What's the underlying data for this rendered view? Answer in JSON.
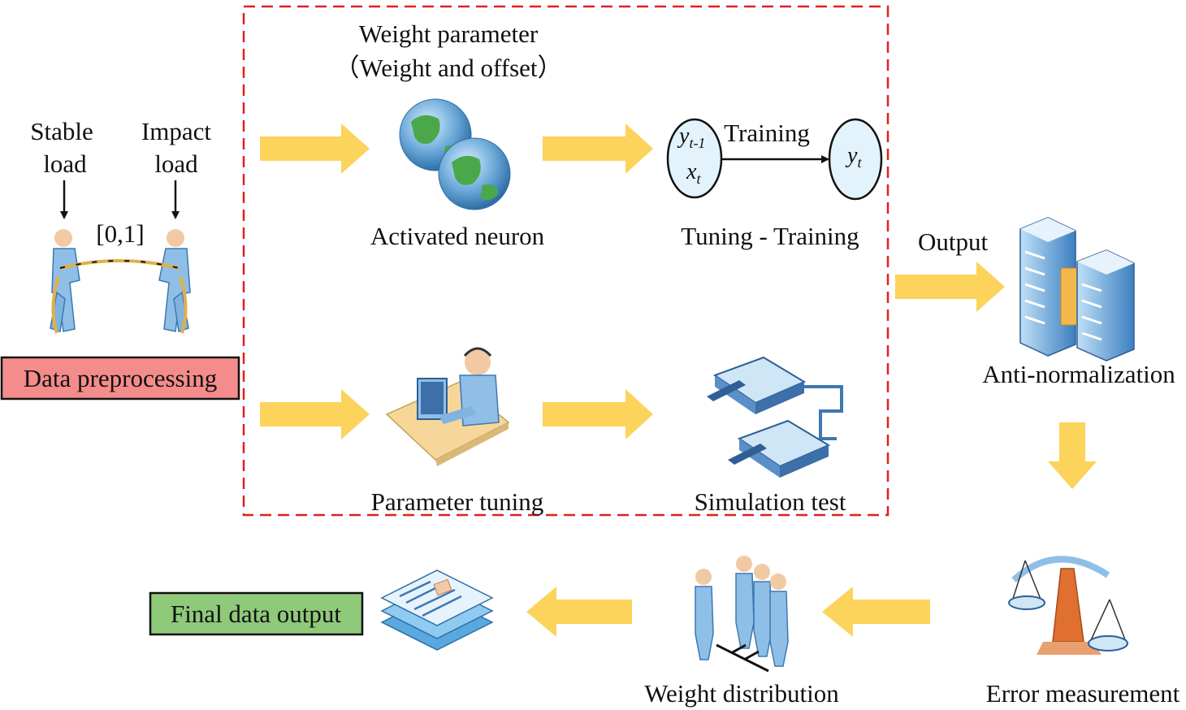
{
  "labels": {
    "stable_load": [
      "Stable",
      "load"
    ],
    "impact_load": [
      "Impact",
      "load"
    ],
    "range": "[0,1]",
    "data_preprocessing": "Data preprocessing",
    "weight_parameter": [
      "Weight parameter",
      "（Weight and offset）"
    ],
    "activated_neuron": "Activated neuron",
    "training": "Training",
    "tuning_training": "Tuning - Training",
    "output": "Output",
    "anti_normalization": "Anti-normalization",
    "parameter_tuning": "Parameter tuning",
    "simulation_test": "Simulation test",
    "error_measurement": "Error measurement",
    "weight_distribution": "Weight distribution",
    "final_data_output": "Final data output"
  },
  "nodes": {
    "y_prev": {
      "base": "y",
      "sub": "t-1"
    },
    "x_t": {
      "base": "x",
      "sub": "t"
    },
    "y_t": {
      "base": "y",
      "sub": "t"
    }
  },
  "colors": {
    "arrow_fill": "#fcd35b",
    "dashed_border": "#e02020",
    "preprocessing_box": "#f48c8c",
    "final_output_box": "#8fc97a",
    "node_fill": "#e3f3fb",
    "figure_blue": "#6fa8dc"
  },
  "icons": [
    "tug-of-war-icon",
    "globe-icon",
    "operator-at-desk-icon",
    "telephone-icon",
    "server-icon",
    "balance-scale-icon",
    "people-group-icon",
    "documents-stack-icon"
  ]
}
